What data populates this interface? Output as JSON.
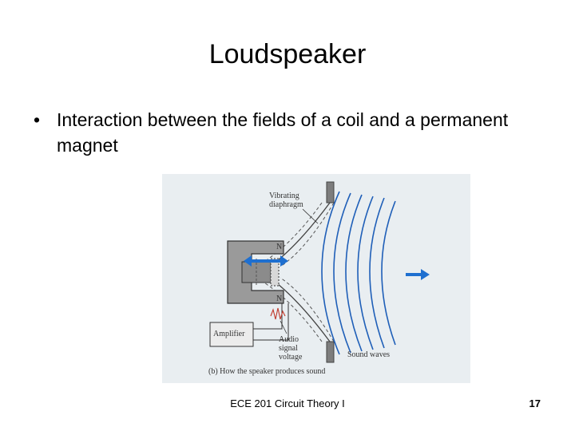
{
  "slide": {
    "title": "Loudspeaker",
    "bullet_text": "Interaction between the fields of a coil and a permanent magnet",
    "bullet_symbol": "•"
  },
  "figure": {
    "labels": {
      "vibrating": "Vibrating",
      "diaphragm": "diaphragm",
      "pole_north_top": "N",
      "pole_north_bottom": "N",
      "amplifier": "Amplifier",
      "audio": "Audio",
      "signal": "signal",
      "voltage": "voltage",
      "sound_waves": "Sound waves",
      "caption": "(b) How the speaker produces sound"
    },
    "colors": {
      "arrow": "#1e6fd0",
      "wave": "#1f5fb8",
      "magnet": "#9a9a9a",
      "background": "#e9eef1"
    }
  },
  "footer": {
    "course": "ECE 201 Circuit Theory I",
    "page": "17"
  }
}
